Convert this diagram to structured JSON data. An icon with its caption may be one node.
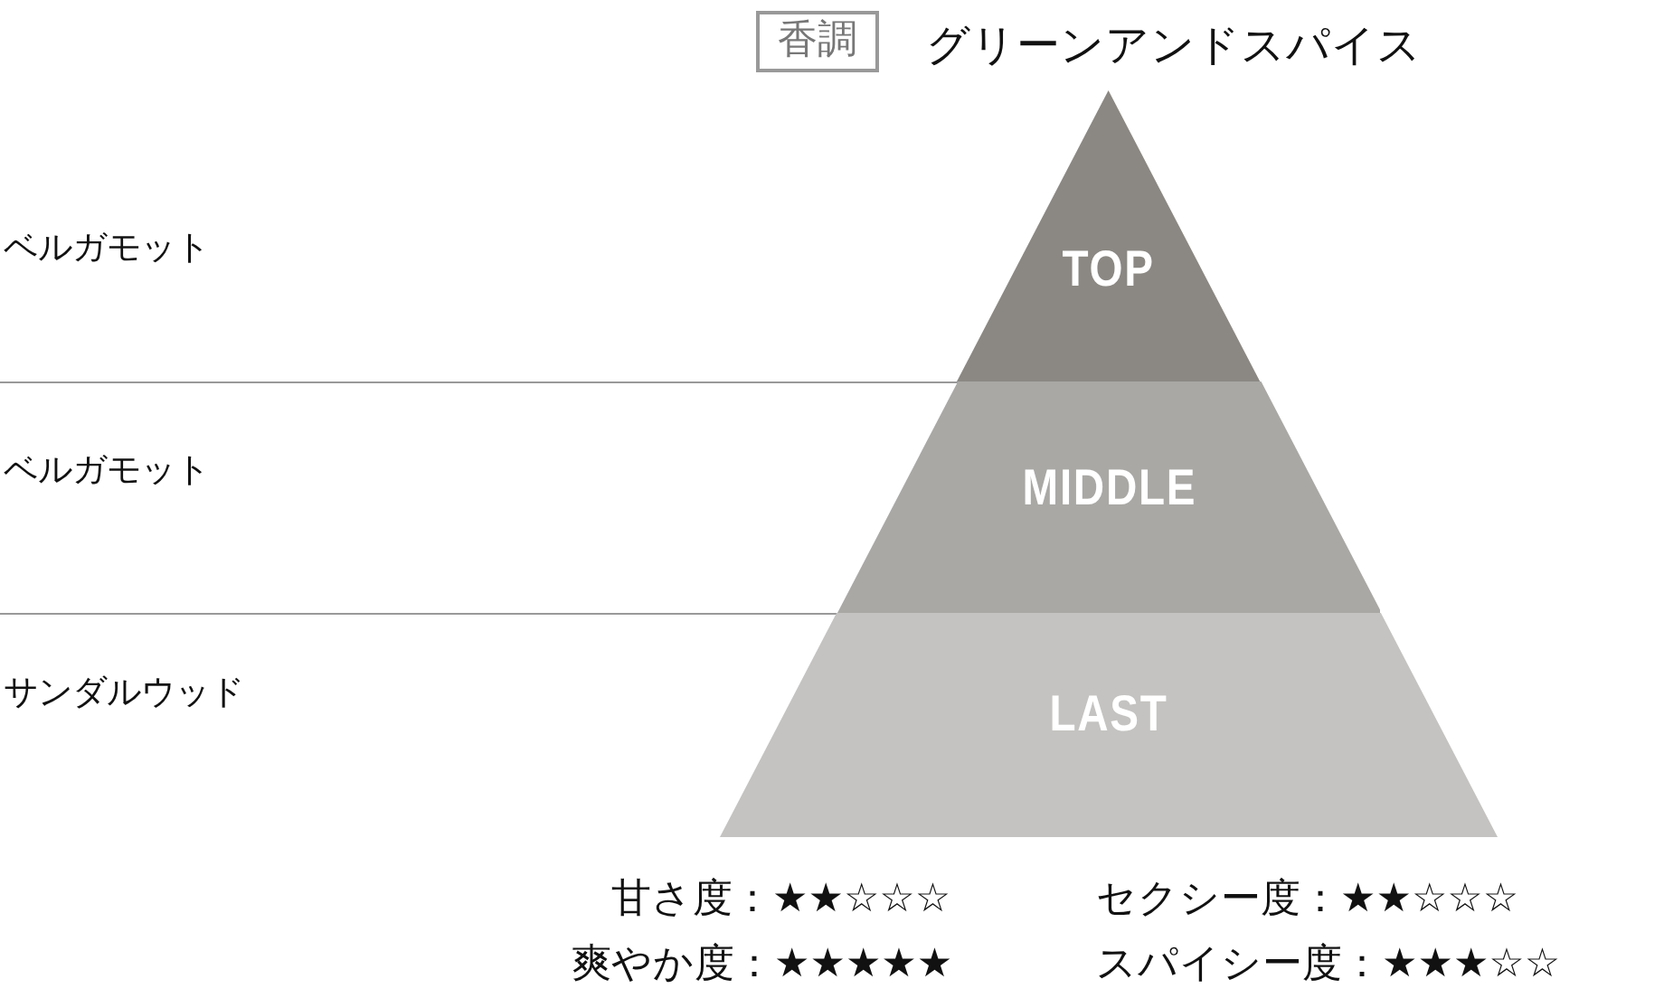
{
  "diagram": {
    "title": "グリーンアンドスパイス",
    "nodes": [
      {
        "text": [
          "TOP"
        ]
      },
      {
        "text": [
          "MIDDLE"
        ]
      },
      {
        "text": [
          "LAST"
        ]
      }
    ],
    "labels": [
      "香調",
      "ベルガモット",
      "ベルガモット",
      "サンダルウッド",
      "甘さ度：★★☆☆☆",
      "セクシー度：★★☆☆☆",
      "爽やか度：★★★★★",
      "スパイシー度：★★★☆☆"
    ]
  }
}
